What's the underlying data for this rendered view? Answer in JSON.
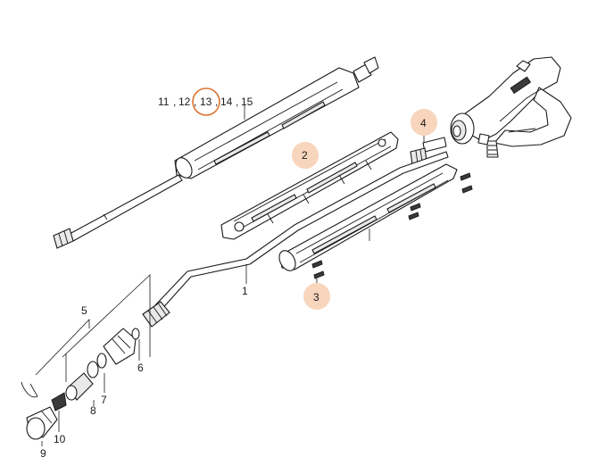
{
  "labels": {
    "p1": "1",
    "p2": "2",
    "p3": "3",
    "p4": "4",
    "p5": "5",
    "p6": "6",
    "p7": "7",
    "p8": "8",
    "p9": "9",
    "p10": "10",
    "p11": "11",
    "p12": "12",
    "p13": "13",
    "p14": "14",
    "p15": "15",
    "sep1": ",",
    "sep2": ",",
    "sep3": ",",
    "sep4": ","
  },
  "highlighted_parts": [
    "2",
    "3",
    "4",
    "13"
  ],
  "colors": {
    "highlight_fill": "#f8d5bd",
    "highlight_ring": "#e0732f",
    "line": "#1a1a1a"
  }
}
